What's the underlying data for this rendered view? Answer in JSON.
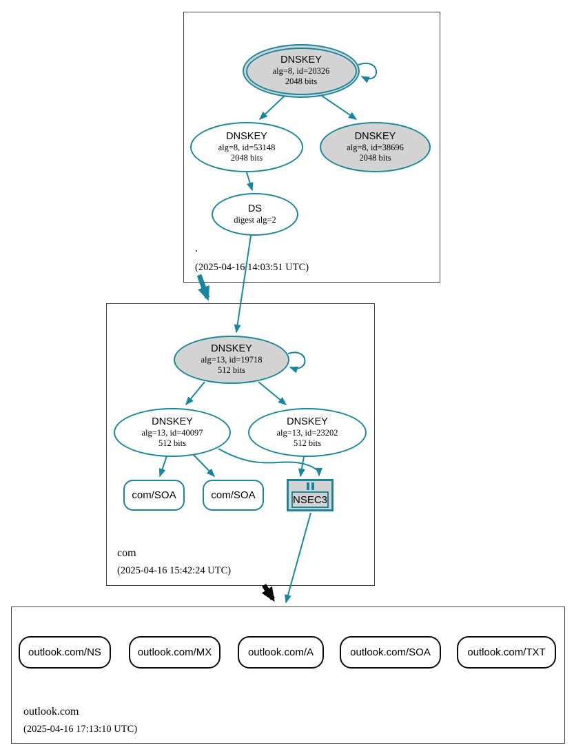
{
  "colors": {
    "secure_teal": "#17879b",
    "insecure_black": "#0b0b0b",
    "node_fill_gray": "#d3d3d3",
    "node_fill_white": "#ffffff",
    "zone_border_gray": "#3f3f3f"
  },
  "zones": {
    "root": {
      "label": ".",
      "timestamp": "(2025-04-16 14:03:51 UTC)",
      "nodes": {
        "ksk": {
          "title": "DNSKEY",
          "detail1": "alg=8, id=20326",
          "detail2": "2048 bits"
        },
        "zsk": {
          "title": "DNSKEY",
          "detail1": "alg=8, id=53148",
          "detail2": "2048 bits"
        },
        "key38696": {
          "title": "DNSKEY",
          "detail1": "alg=8, id=38696",
          "detail2": "2048 bits"
        },
        "ds": {
          "title": "DS",
          "detail1": "digest alg=2"
        }
      }
    },
    "com": {
      "label": "com",
      "timestamp": "(2025-04-16 15:42:24 UTC)",
      "nodes": {
        "ksk": {
          "title": "DNSKEY",
          "detail1": "alg=13, id=19718",
          "detail2": "512 bits"
        },
        "zsk1": {
          "title": "DNSKEY",
          "detail1": "alg=13, id=40097",
          "detail2": "512 bits"
        },
        "zsk2": {
          "title": "DNSKEY",
          "detail1": "alg=13, id=23202",
          "detail2": "512 bits"
        },
        "soa1": {
          "label": "com/SOA"
        },
        "soa2": {
          "label": "com/SOA"
        },
        "nsec3": {
          "label": "NSEC3"
        }
      }
    },
    "outlook": {
      "label": "outlook.com",
      "timestamp": "(2025-04-16 17:13:10 UTC)",
      "rrsets": [
        {
          "label": "outlook.com/NS"
        },
        {
          "label": "outlook.com/MX"
        },
        {
          "label": "outlook.com/A"
        },
        {
          "label": "outlook.com/SOA"
        },
        {
          "label": "outlook.com/TXT"
        }
      ]
    }
  },
  "edges": [
    {
      "from": "root DNSKEY alg=8 id=20326",
      "to": "root DNSKEY alg=8 id=20326",
      "kind": "self-signature"
    },
    {
      "from": "root DNSKEY alg=8 id=20326",
      "to": "root DNSKEY alg=8 id=53148",
      "kind": "signature"
    },
    {
      "from": "root DNSKEY alg=8 id=20326",
      "to": "root DNSKEY alg=8 id=38696",
      "kind": "signature"
    },
    {
      "from": "root DNSKEY alg=8 id=53148",
      "to": "DS digest alg=2",
      "kind": "signature"
    },
    {
      "from": "DS digest alg=2",
      "to": "com DNSKEY alg=13 id=19718",
      "kind": "ds-reference"
    },
    {
      "from": ". zone",
      "to": "com zone",
      "kind": "secure-delegation"
    },
    {
      "from": "com DNSKEY alg=13 id=19718",
      "to": "com DNSKEY alg=13 id=19718",
      "kind": "self-signature"
    },
    {
      "from": "com DNSKEY alg=13 id=19718",
      "to": "com DNSKEY alg=13 id=40097",
      "kind": "signature"
    },
    {
      "from": "com DNSKEY alg=13 id=19718",
      "to": "com DNSKEY alg=13 id=23202",
      "kind": "signature"
    },
    {
      "from": "com DNSKEY alg=13 id=40097",
      "to": "com/SOA (1)",
      "kind": "signature"
    },
    {
      "from": "com DNSKEY alg=13 id=40097",
      "to": "com/SOA (2)",
      "kind": "signature"
    },
    {
      "from": "com DNSKEY alg=13 id=40097",
      "to": "NSEC3",
      "kind": "signature"
    },
    {
      "from": "com DNSKEY alg=13 id=23202",
      "to": "NSEC3",
      "kind": "signature"
    },
    {
      "from": "NSEC3",
      "to": "outlook.com zone",
      "kind": "proof"
    },
    {
      "from": "com zone",
      "to": "outlook.com zone",
      "kind": "insecure-delegation"
    }
  ]
}
